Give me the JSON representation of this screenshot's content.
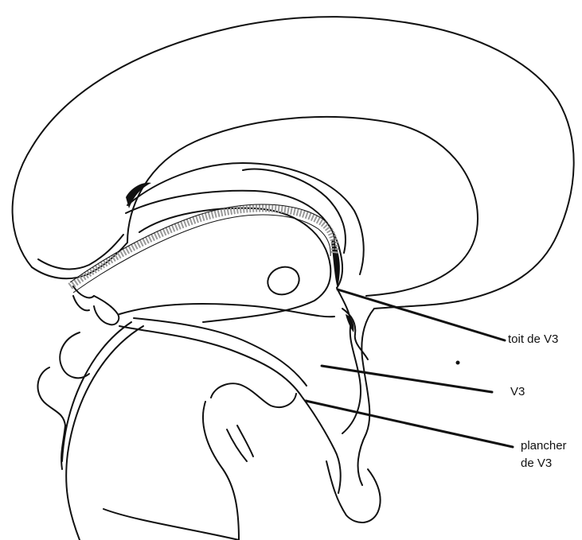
{
  "labels": {
    "roof": "toit de V3",
    "v3": "V3",
    "floor_line1": "plancher",
    "floor_line2": "de V3"
  },
  "colors": {
    "stroke": "#111111",
    "background": "#ffffff",
    "texture": "#9a9a9a"
  }
}
